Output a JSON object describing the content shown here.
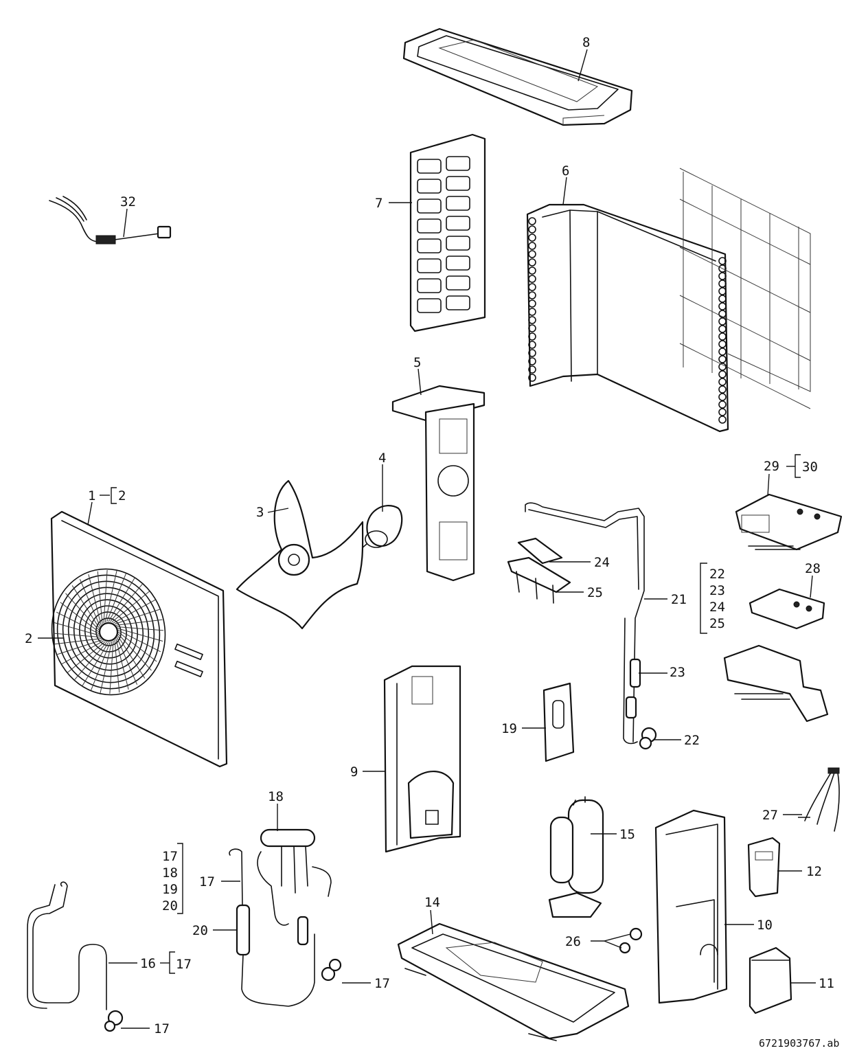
{
  "figure_id": "6721903767.ab",
  "callouts": {
    "c1": "1",
    "c1g": "2",
    "c2": "2",
    "c3": "3",
    "c4": "4",
    "c5": "5",
    "c6": "6",
    "c7": "7",
    "c8": "8",
    "c9": "9",
    "c10": "10",
    "c11": "11",
    "c12": "12",
    "c14": "14",
    "c15": "15",
    "c16": "16",
    "c16g": "17",
    "c17a": "17",
    "c17b": "17",
    "c17c": "17",
    "g17_1": "17",
    "g17_2": "18",
    "g17_3": "19",
    "g17_4": "20",
    "c18": "18",
    "c19": "19",
    "c20": "20",
    "c21": "21",
    "g21_1": "22",
    "g21_2": "23",
    "g21_3": "24",
    "g21_4": "25",
    "c22": "22",
    "c23": "23",
    "c24": "24",
    "c25": "25",
    "c26": "26",
    "c27": "27",
    "c28": "28",
    "c29": "29",
    "c29g": "30",
    "c32": "32"
  }
}
